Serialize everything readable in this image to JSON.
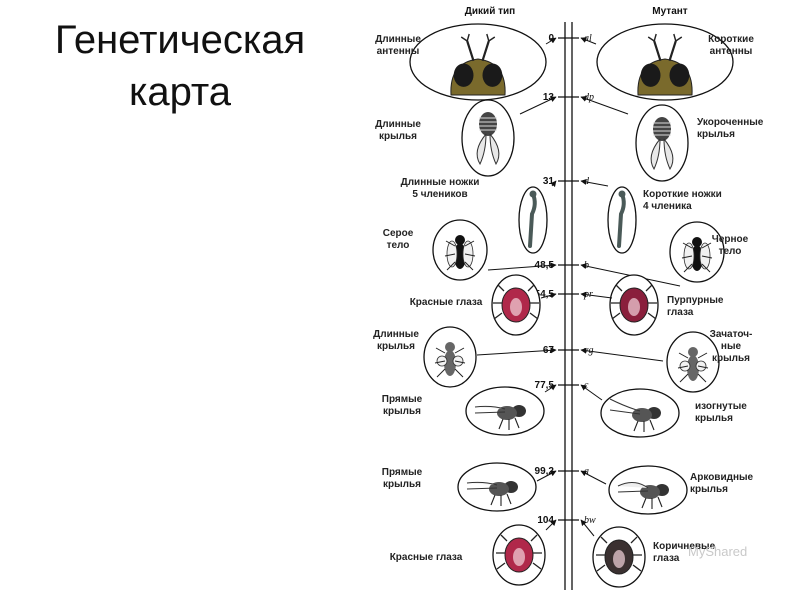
{
  "slide": {
    "title_line1": "Генетическая",
    "title_line2": "карта"
  },
  "columns": {
    "wild": "Дикий тип",
    "mutant": "Мутант"
  },
  "loci": [
    {
      "pos": "0",
      "symbol": "al",
      "wild": [
        "Длинные",
        "антенны"
      ],
      "mutant": [
        "Короткие",
        "антенны"
      ]
    },
    {
      "pos": "13",
      "symbol": "dp",
      "wild": [
        "Длинные",
        "крылья"
      ],
      "mutant": [
        "Укороченные",
        "крылья"
      ]
    },
    {
      "pos": "31",
      "symbol": "d",
      "wild": [
        "Длинные ножки",
        "5 члеников"
      ],
      "mutant": [
        "Короткие ножки",
        "4 членика"
      ]
    },
    {
      "pos": "48,5",
      "symbol": "b",
      "wild": [
        "Серое",
        "тело"
      ],
      "mutant": [
        "Черное",
        "тело"
      ]
    },
    {
      "pos": "54,5",
      "symbol": "pr",
      "wild": [
        "Красные глаза"
      ],
      "mutant": [
        "Пурпурные",
        "глаза"
      ]
    },
    {
      "pos": "67",
      "symbol": "vg",
      "wild": [
        "Длинные",
        "крылья"
      ],
      "mutant": [
        "Зачаточ-",
        "ные",
        "крылья"
      ]
    },
    {
      "pos": "77,5",
      "symbol": "c",
      "wild": [
        "Прямые",
        "крылья"
      ],
      "mutant": [
        "изогнутые",
        "крылья"
      ]
    },
    {
      "pos": "99,2",
      "symbol": "a",
      "wild": [
        "Прямые",
        "крылья"
      ],
      "mutant": [
        "Арковидные",
        "крылья"
      ]
    },
    {
      "pos": "104",
      "symbol": "bw",
      "wild": [
        "Красные глаза"
      ],
      "mutant": [
        "Коричневые",
        "глаза"
      ]
    }
  ],
  "watermark": "MyShared",
  "colors": {
    "eye_red": "#b0284a",
    "eye_purple": "#8a1f3c",
    "head_brown": "#7a6a2c",
    "body_dark": "#222222"
  }
}
